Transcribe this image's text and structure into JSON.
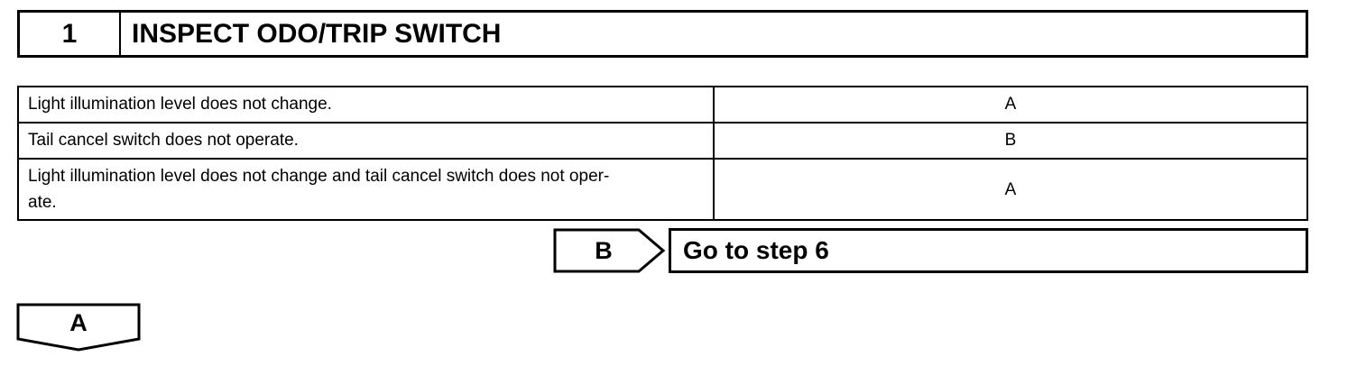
{
  "step": {
    "number": "1",
    "title": "INSPECT ODO/TRIP SWITCH"
  },
  "result_table": {
    "rows": [
      {
        "condition": "Light illumination level does not change.",
        "result": "A"
      },
      {
        "condition": "Tail cancel switch does not operate.",
        "result": "B"
      },
      {
        "condition": "Light illumination level does not change and tail cancel switch does not oper-\nate.",
        "result": "A"
      }
    ]
  },
  "branch_b": {
    "label": "B",
    "target": "Go to step 6"
  },
  "next_a": {
    "label": "A"
  }
}
